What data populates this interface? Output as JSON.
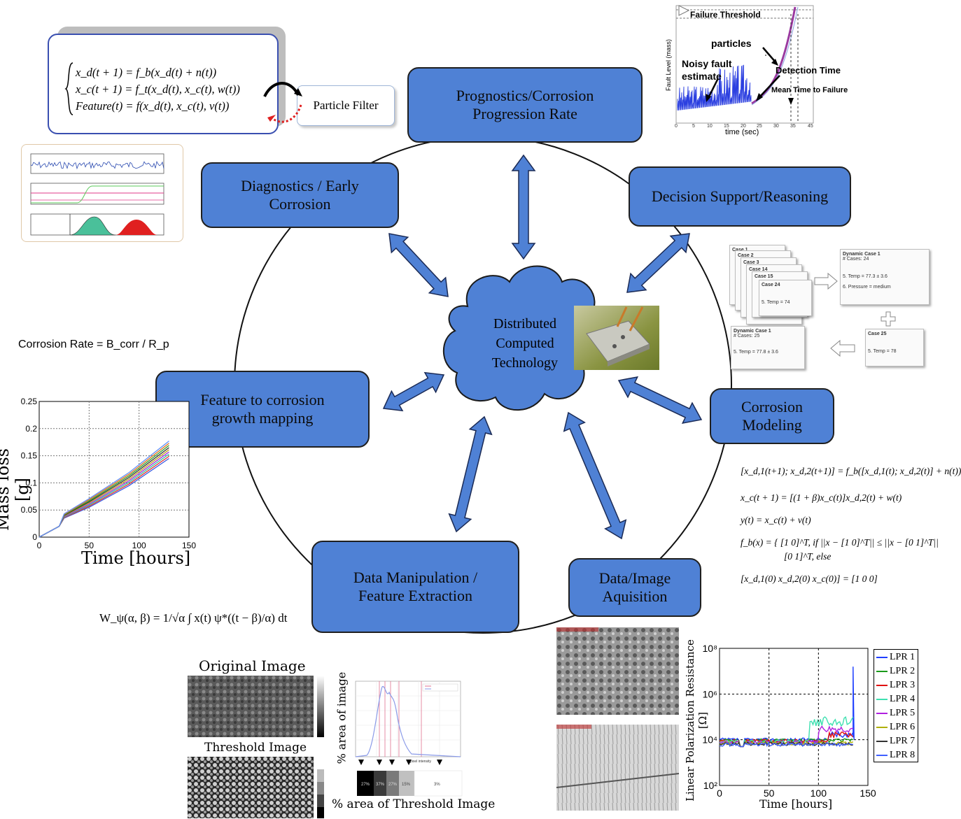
{
  "nodes": {
    "prognostics": [
      "Prognostics/Corrosion",
      "Progression Rate"
    ],
    "diagnostics": [
      "Diagnostics / Early",
      "Corrosion"
    ],
    "decision": [
      "Decision Support/Reasoning"
    ],
    "feature_mapping": [
      "Feature to corrosion",
      "growth mapping"
    ],
    "corrosion_modeling": [
      "Corrosion",
      "Modeling"
    ],
    "data_manipulation": [
      "Data Manipulation /",
      "Feature Extraction"
    ],
    "data_image": [
      "Data/Image",
      "Aquisition"
    ],
    "center": [
      "Distributed",
      "Computed",
      "Technology"
    ]
  },
  "particle_filter": {
    "label": "Particle Filter",
    "eq1": "x_d(t + 1) = f_b(x_d(t) + n(t))",
    "eq2": "x_c(t + 1) = f_t(x_d(t), x_c(t), w(t))",
    "eq3": "Feature(t) = f(x_d(t), x_c(t), v(t))"
  },
  "corrosion_rate_eq": "Corrosion Rate = B_corr / R_p",
  "wavelet_eq": "W_ψ(α, β) = 1/√α ∫ x(t) ψ*((t − β)/α) dt",
  "failure_plot": {
    "ylabel": "Fault Level (mass)",
    "xlabel": "time (sec)",
    "failure_threshold": "Failure Threshold",
    "particles": "particles",
    "noisy_fault": "Noisy fault",
    "estimate": "estimate",
    "detection_time": "Detection Time",
    "mean_time": "Mean Time to Failure"
  },
  "mass_loss_chart": {
    "type": "line",
    "ylabel": "Mass loss [g]",
    "xlabel": "Time [hours]",
    "xticks": [
      "0",
      "50",
      "100",
      "150"
    ],
    "yticks": [
      "0",
      "0.05",
      "0.1",
      "0.15",
      "0.2",
      "0.25"
    ],
    "xlim": [
      0,
      150
    ],
    "ylim": [
      0,
      0.25
    ],
    "grid": true
  },
  "image_panel": {
    "original": "Original Image",
    "threshold": "Threshold Image",
    "hist_ylabel": "% area of image",
    "hist_xlabel": "% area of Threshold Image",
    "pixel_intensity": "pixel intensity",
    "bins": [
      "27%",
      "37%",
      "27%",
      "15%",
      "3%"
    ]
  },
  "lpr_chart": {
    "type": "line",
    "ylabel": "Linear Polarization Resistance [Ω]",
    "xlabel": "Time [hours]",
    "xticks": [
      "0",
      "50",
      "100",
      "150"
    ],
    "yticks": [
      "10²",
      "10⁴",
      "10⁶",
      "10⁸"
    ],
    "xlim": [
      0,
      150
    ],
    "ylog_range": [
      2,
      8
    ],
    "series": [
      {
        "name": "LPR 1",
        "color": "#1f3fff"
      },
      {
        "name": "LPR 2",
        "color": "#1a9a1a"
      },
      {
        "name": "LPR 3",
        "color": "#e01010"
      },
      {
        "name": "LPR 4",
        "color": "#3ee0b0"
      },
      {
        "name": "LPR 5",
        "color": "#b020e0"
      },
      {
        "name": "LPR 6",
        "color": "#b0b000"
      },
      {
        "name": "LPR 7",
        "color": "#333333"
      },
      {
        "name": "LPR 8",
        "color": "#4060ff"
      }
    ]
  },
  "cases": {
    "case1": "Case 1",
    "case2": "Case 2",
    "case3": "Case 3",
    "case14": "Case 14",
    "case15": "Case 15",
    "case24": "Case 24",
    "temp74": "5. Temp = 74",
    "dyn1_title": "Dynamic Case 1",
    "dyn1_cases": "# Cases: 24",
    "dyn1_temp": "5. Temp = 77.3 ± 3.6",
    "dyn1_pressure": "6. Pressure = medium",
    "dyn2_title": "Dynamic Case 1",
    "dyn2_cases": "# Cases: 25",
    "dyn2_temp": "5. Temp = 77.8 ± 3.6",
    "case25": "Case 25",
    "case25_temp": "5. Temp = 78"
  },
  "model_eqs": {
    "m1": "[x_d,1(t+1); x_d,2(t+1)] = f_b([x_d,1(t); x_d,2(t)] + n(t))",
    "m2": "x_c(t + 1) = [(1 + β)x_c(t)]x_d,2(t) + w(t)",
    "m3": "y(t) = x_c(t) + v(t)",
    "m4a": "f_b(x) = { [1 0]^T, if ||x − [1 0]^T|| ≤ ||x − [0 1]^T||",
    "m4b": "[0 1]^T, else",
    "m5": "[x_d,1(0)  x_d,2(0)  x_c(0)] = [1 0 0]"
  },
  "colors": {
    "node_fill": "#4f81d5",
    "arrow_fill": "#4f81d5"
  }
}
